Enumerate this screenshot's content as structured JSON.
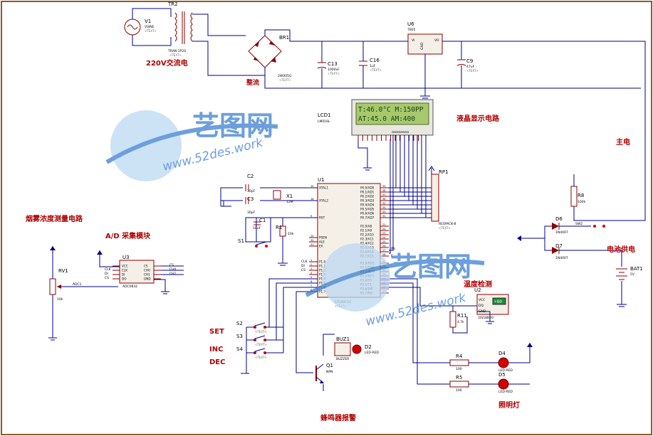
{
  "colors": {
    "background": "#ffffff",
    "wire": "#00008a",
    "component_outline": "#8b0000",
    "section_label": "#b00000",
    "lcd_background": "#a7c96b",
    "lcd_text": "#1e3a1e",
    "led_red": "#d40000",
    "watermark": "#3b7fd1"
  },
  "sections": {
    "power_220v": "220V交流电",
    "rectifier": "整流",
    "lcd_circuit": "液晶显示电路",
    "main_power": "主电",
    "battery_power": "电池供电",
    "smoke_circuit": "烟雾浓度测量电路",
    "ad_module": "A/D 采集模块",
    "temperature": "温度检测",
    "buzzer_alarm": "蜂鸣器报警",
    "lighting": "照明灯"
  },
  "buttons": {
    "set": "SET",
    "inc": "INC",
    "dec": "DEC"
  },
  "lcd": {
    "ref": "LCD1",
    "part": "LM016L",
    "line1": "T:46.0°C M:150PP",
    "line2": "AT:45.0  AM:400",
    "pins": "aaaaaaaa"
  },
  "components": {
    "v1": "V1",
    "v1_val": "VSINE",
    "tr2": "TR2",
    "tr2_val": "TRAN-1P2S",
    "br1": "BR1",
    "br1_val": "2W005G",
    "c13": "C13",
    "c13_val": "1000uF",
    "c16": "C16",
    "c16_val": "1uF",
    "u6": "U6",
    "u6_val": "7805",
    "c9": "C9",
    "c9_val": "47uF",
    "c2": "C2",
    "c2_val": "30pF",
    "c3": "C3",
    "c3_val": "30pF",
    "x1": "X1",
    "x1_val": "12M",
    "c1": "C1",
    "c1_val": "10uF",
    "r1": "R1",
    "r1_val": "10k",
    "s1": "S1",
    "u1": "U1",
    "u1_val": "STC89C52",
    "rp1": "RP1",
    "rp1_val": "RESPACK-8",
    "r8": "R8",
    "r8_val": "100k",
    "d6": "D6",
    "d6_val": "1N4007",
    "d7": "D7",
    "d7_val": "1N4007",
    "sw2": "SW2",
    "bat1": "BAT1",
    "bat1_val": "5V",
    "rv1": "RV1",
    "rv1_val": "10k",
    "u3": "U3",
    "u3_val": "ADC0832",
    "u2": "U2",
    "u2_val": "DS18B20",
    "u2_display": "+80",
    "r11": "R11",
    "r11_val": "4.7k",
    "buz1": "BUZ1",
    "buz1_val": "BUZZER",
    "d2": "D2",
    "d2_val": "LED-RED",
    "q1": "Q1",
    "q1_val": "NPN",
    "s2": "S2",
    "s3": "S3",
    "s4": "S4",
    "r4": "R4",
    "r4_val": "100",
    "r5": "R5",
    "r5_val": "100",
    "d4": "D4",
    "d4_val": "LED-RED",
    "d5": "D5",
    "d5_val": "LED-RED"
  },
  "text_placeholder": "<TEXT>",
  "u3_pins_left": [
    "VCC",
    "CLK",
    "DI",
    "DO"
  ],
  "u3_pins_right": [
    "CS",
    "CH0",
    "CH1",
    "GND"
  ],
  "u3_net_labels": [
    "CLK",
    "DI",
    "CS"
  ],
  "u3_out_labels": [
    "CS",
    "CH0",
    "CH1"
  ],
  "u2_pins": [
    "VCC",
    "DQ",
    "GND"
  ],
  "u1_left_pins": [
    "XTAL1",
    "XTAL2",
    "RST",
    "PSEN",
    "ALE",
    "EA",
    "P1.0",
    "P1.1",
    "P1.2",
    "P1.3",
    "P1.4",
    "P1.5",
    "P1.6",
    "P1.7"
  ],
  "u1_left_nums": [
    "19",
    "18",
    "9",
    "29",
    "30",
    "31",
    "1",
    "2",
    "3",
    "4",
    "5",
    "6",
    "7",
    "8"
  ],
  "u1_right_pins": [
    "P0.0/AD0",
    "P0.1/AD1",
    "P0.2/AD2",
    "P0.3/AD3",
    "P0.4/AD4",
    "P0.5/AD5",
    "P0.6/AD6",
    "P0.7/AD7",
    "P2.0/A8",
    "P2.1/A9",
    "P2.2/A10",
    "P2.3/A11",
    "P2.4/A12",
    "P2.5/A13",
    "P2.6/A14",
    "P2.7/A15",
    "P3.0/RXD",
    "P3.1/TXD",
    "P3.2/INT0",
    "P3.3/INT1",
    "P3.4/T0",
    "P3.5/T1",
    "P3.6/WR",
    "P3.7/RD"
  ],
  "u1_right_nums": [
    "39",
    "38",
    "37",
    "36",
    "35",
    "34",
    "33",
    "32",
    "21",
    "22",
    "23",
    "24",
    "25",
    "26",
    "27",
    "28",
    "10",
    "11",
    "12",
    "13",
    "14",
    "15",
    "16",
    "17"
  ],
  "u1_left_net": [
    "CLK",
    "DI",
    "CS"
  ],
  "u1_right_net": [
    "RS",
    "E"
  ],
  "watermark": {
    "logo": "艺图网",
    "url": "www.52des.work"
  }
}
